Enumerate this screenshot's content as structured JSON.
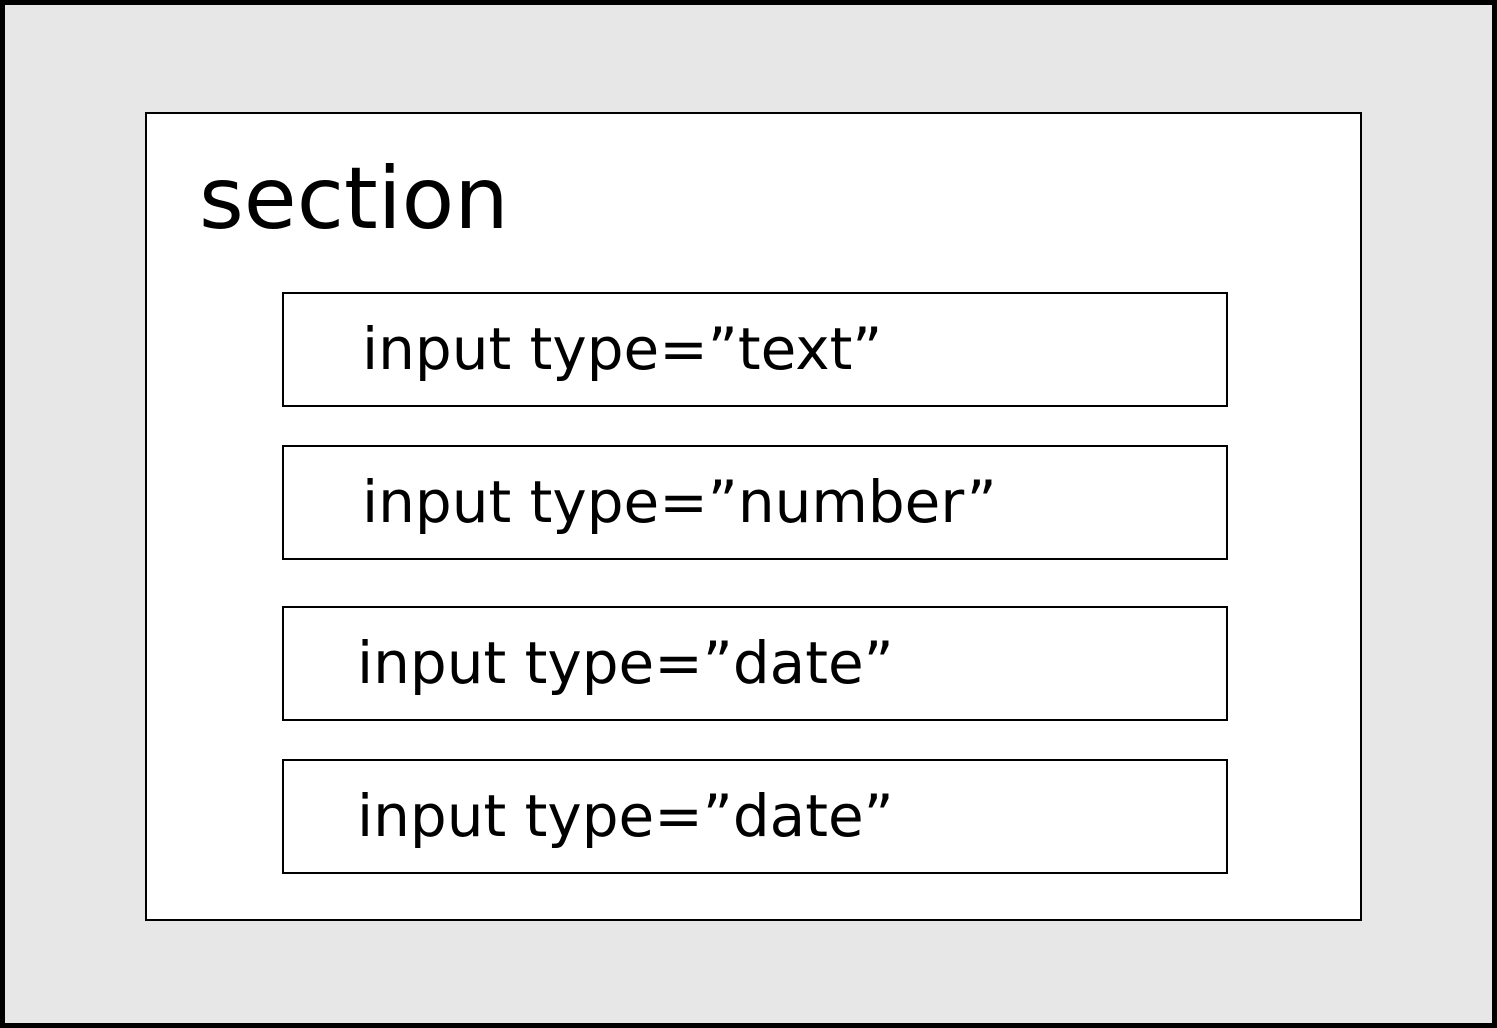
{
  "section": {
    "label": "section"
  },
  "fields": [
    {
      "label": "input type=”text”"
    },
    {
      "label": "input type=”number”"
    },
    {
      "label": "input type=”date”"
    },
    {
      "label": "input type=”date”"
    }
  ],
  "colors": {
    "outer_background": "#e7e7e7",
    "section_background": "#ffffff",
    "stroke": "#000000",
    "text": "#000000"
  }
}
